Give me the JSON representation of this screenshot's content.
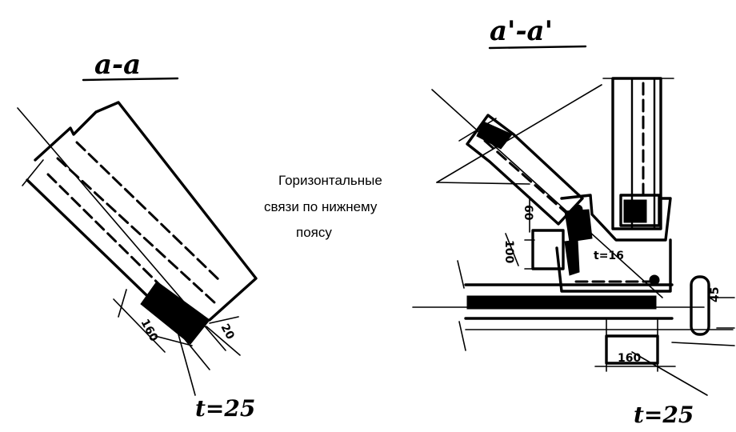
{
  "sections": {
    "left": {
      "title": "а-а",
      "dim_width": "160",
      "dim_small": "20",
      "thickness": "t=25"
    },
    "right": {
      "title": "а'-а'",
      "dim_60": "60",
      "dim_100": "100",
      "thickness_callout": "t=16",
      "dim_45": "45",
      "dim_160": "160",
      "thickness": "t=25"
    }
  },
  "annotation": {
    "line1": "Горизонтальные",
    "line2": "связи по нижнему",
    "line3": "поясу"
  }
}
